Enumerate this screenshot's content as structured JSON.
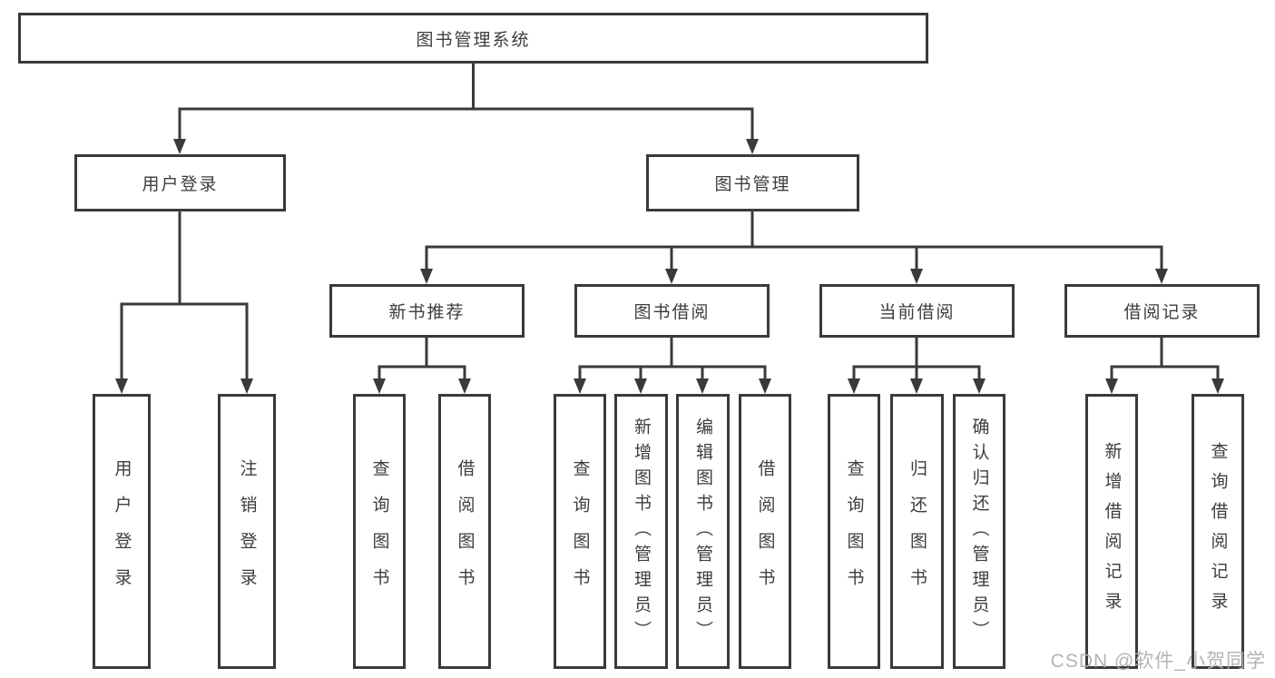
{
  "diagram": {
    "root": {
      "label": "图书管理系统"
    },
    "branches": [
      {
        "label": "用户登录",
        "children": [
          {
            "label": "用户登录"
          },
          {
            "label": "注销登录"
          }
        ]
      },
      {
        "label": "图书管理",
        "children": [
          {
            "label": "新书推荐",
            "children": [
              {
                "label": "查询图书"
              },
              {
                "label": "借阅图书"
              }
            ]
          },
          {
            "label": "图书借阅",
            "children": [
              {
                "label": "查询图书"
              },
              {
                "label": "新增图书（管理员）"
              },
              {
                "label": "编辑图书（管理员）"
              },
              {
                "label": "借阅图书"
              }
            ]
          },
          {
            "label": "当前借阅",
            "children": [
              {
                "label": "查询图书"
              },
              {
                "label": "归还图书"
              },
              {
                "label": "确认归还（管理员）"
              }
            ]
          },
          {
            "label": "借阅记录",
            "children": [
              {
                "label": "新增借阅记录"
              },
              {
                "label": "查询借阅记录"
              }
            ]
          }
        ]
      }
    ]
  },
  "watermark": {
    "text": "CSDN @软件_小贺同学"
  },
  "colors": {
    "line": "#3a3a3a",
    "box_border": "#3a3a3a",
    "text": "#3d3d3d",
    "watermark": "#b0b0b0",
    "background": "#ffffff"
  }
}
